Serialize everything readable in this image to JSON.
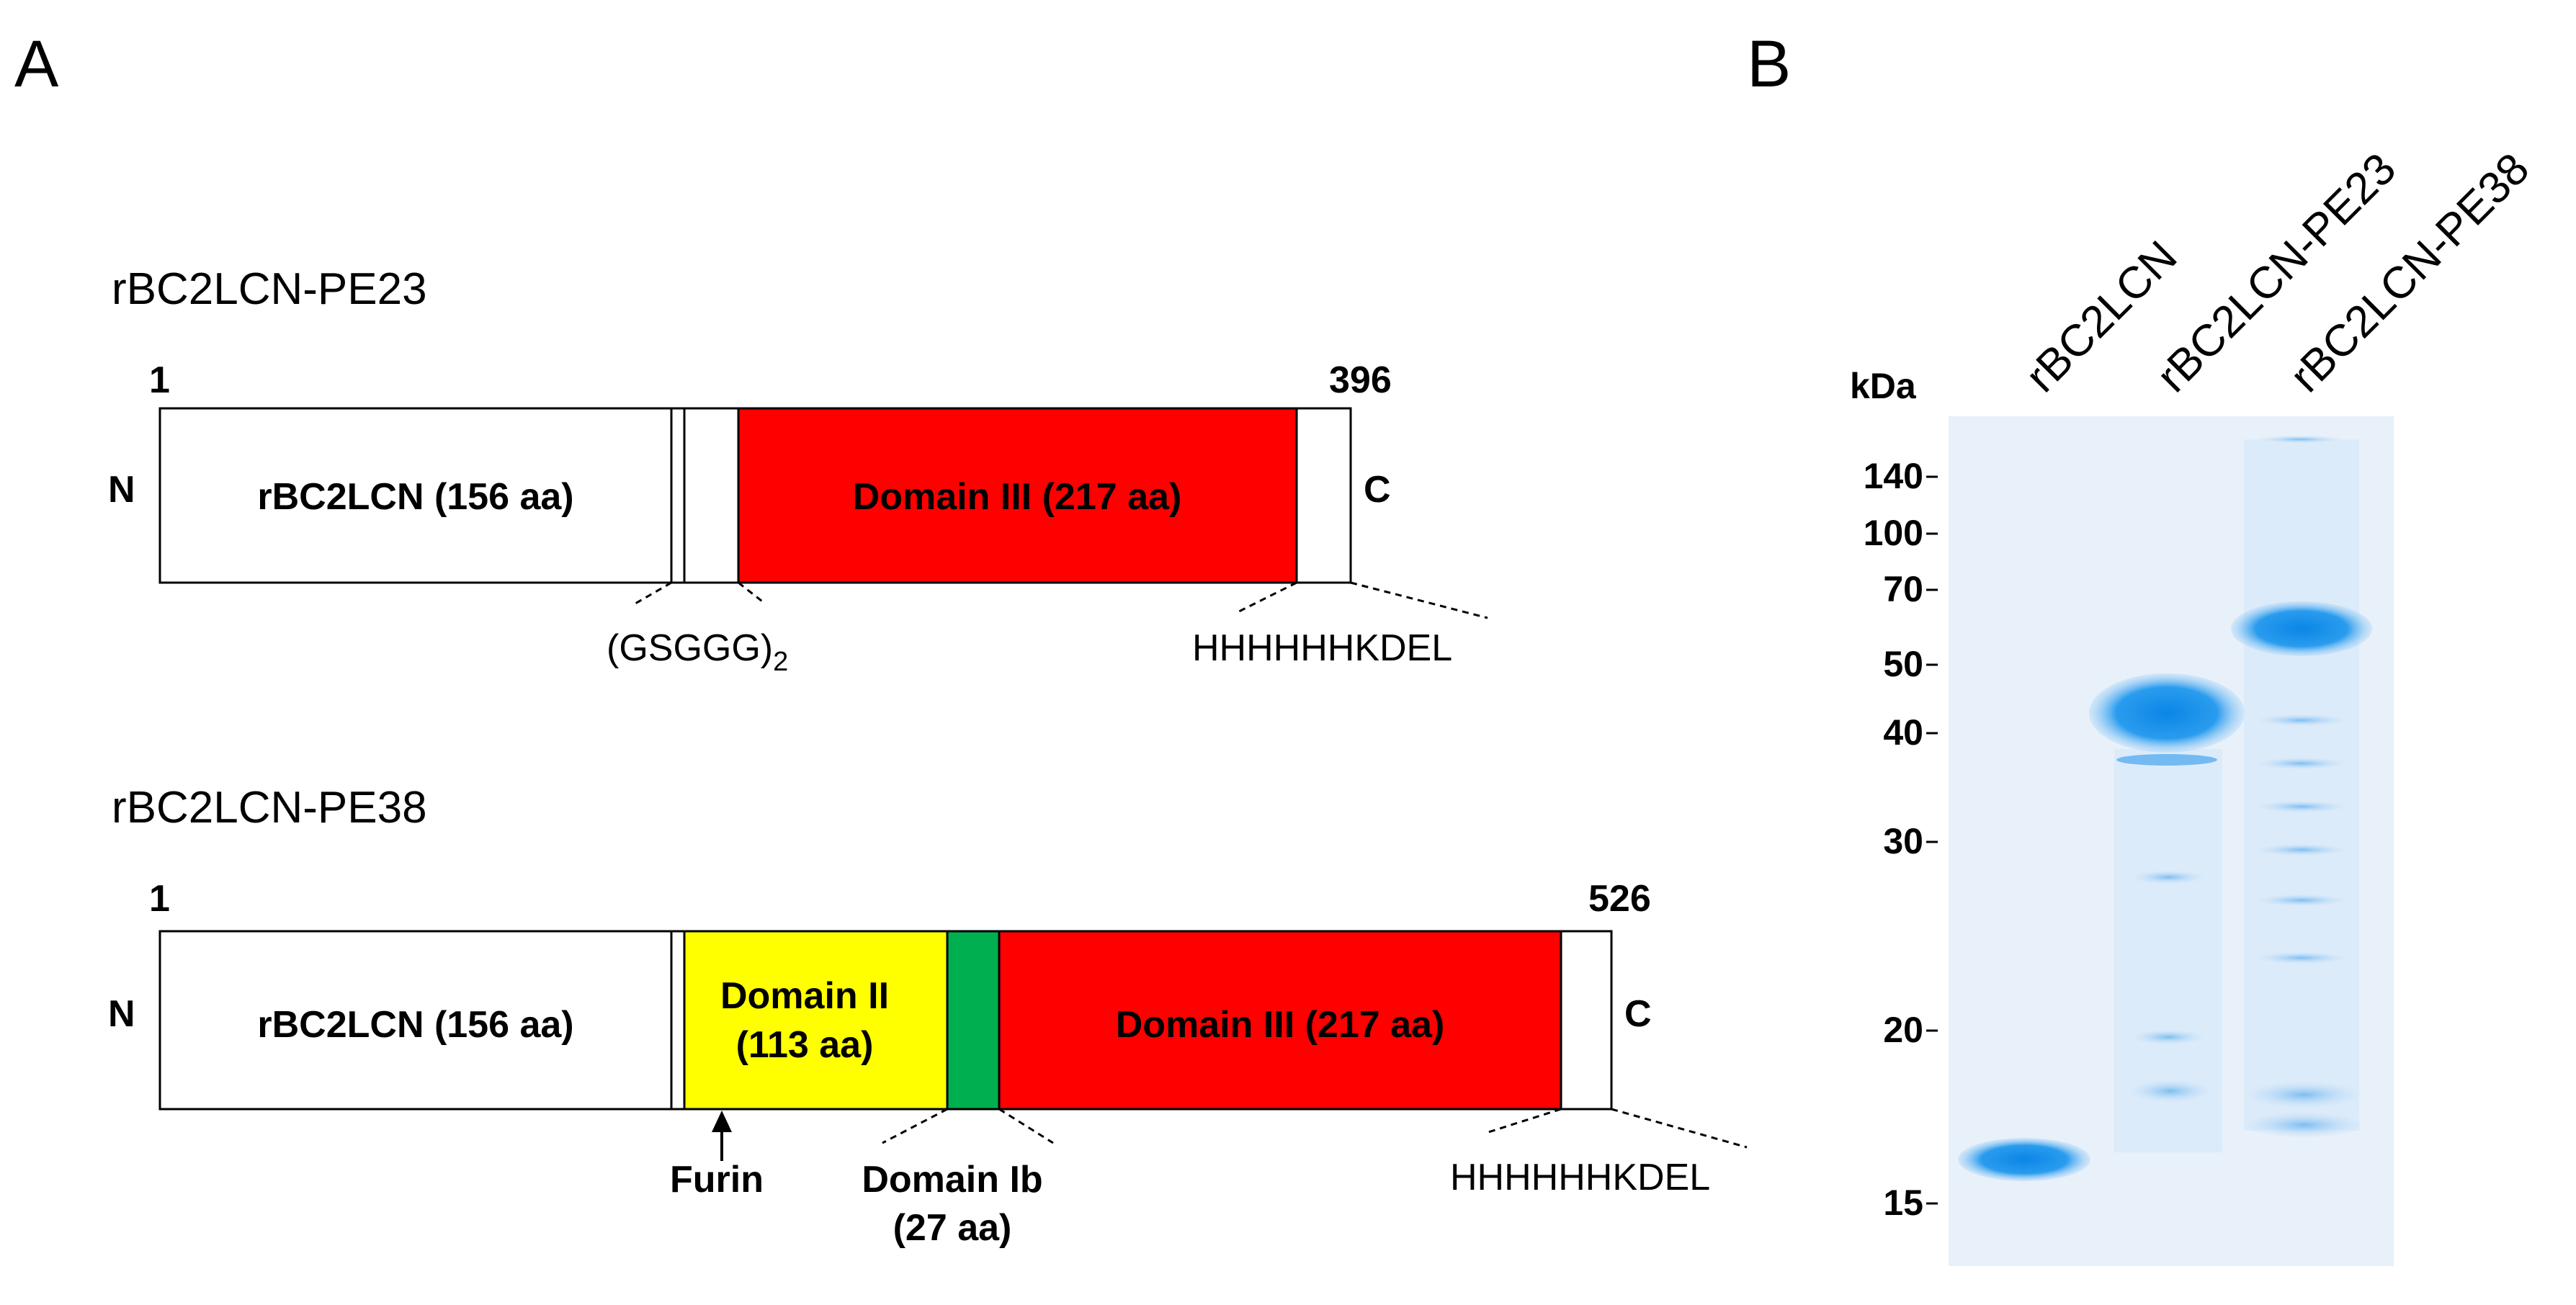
{
  "panels": {
    "a_label": "A",
    "b_label": "B"
  },
  "colors": {
    "domain_ii": "#ffff00",
    "domain_ib": "#00b050",
    "domain_iii": "#ff0000",
    "gel_background": "#e9f1fb",
    "band": "#1493ea"
  },
  "constructs": [
    {
      "title": "rBC2LCN-PE23",
      "start": "1",
      "end": "396",
      "n_term": "N",
      "c_term": "C",
      "segments": {
        "lectin": "rBC2LCN (156 aa)",
        "domain_iii": "Domain III (217 aa)"
      },
      "annotations": {
        "linker": "(GSGGG)",
        "linker_subscript": "2",
        "tag": "HHHHHHKDEL"
      }
    },
    {
      "title": "rBC2LCN-PE38",
      "start": "1",
      "end": "526",
      "n_term": "N",
      "c_term": "C",
      "segments": {
        "lectin": "rBC2LCN (156 aa)",
        "domain_ii_line1": "Domain II",
        "domain_ii_line2": "(113 aa)",
        "domain_iii": "Domain III (217 aa)"
      },
      "annotations": {
        "furin": "Furin",
        "domain_ib_line1": "Domain Ib",
        "domain_ib_line2": "(27 aa)",
        "tag": "HHHHHHKDEL"
      }
    }
  ],
  "gel": {
    "unit_label": "kDa",
    "lanes": [
      "rBC2LCN",
      "rBC2LCN-PE23",
      "rBC2LCN-PE38"
    ],
    "markers": [
      "140",
      "100",
      "70",
      "50",
      "40",
      "30",
      "20",
      "15"
    ]
  }
}
